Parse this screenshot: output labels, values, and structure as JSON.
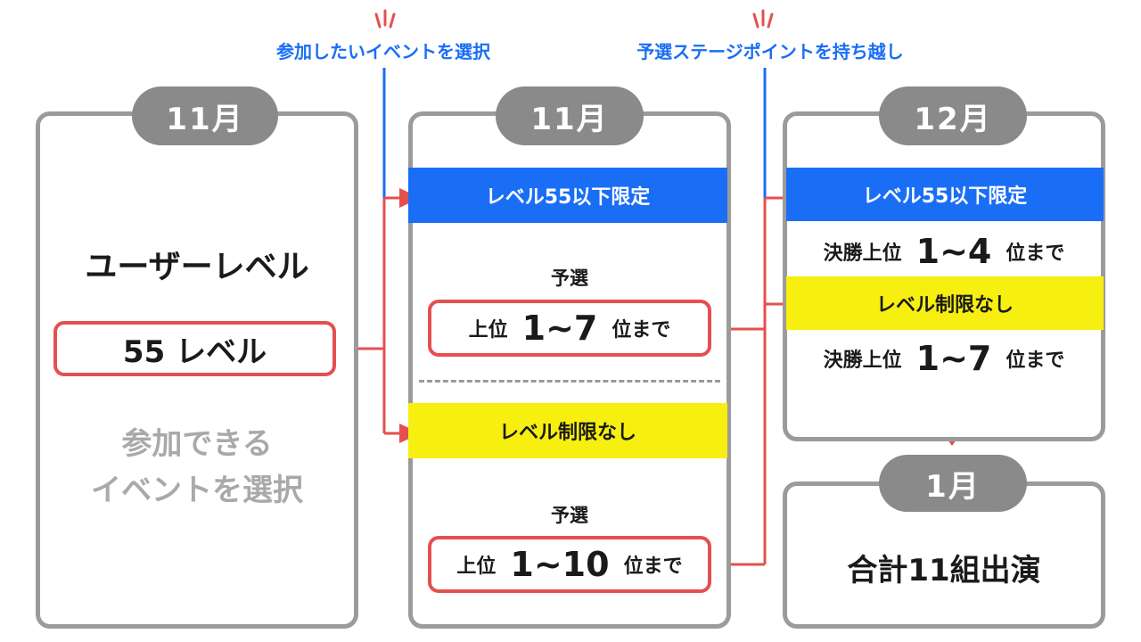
{
  "annotations": {
    "select_event": "参加したいイベントを選択",
    "carry_points": "予選ステージポイントを持ち越し"
  },
  "left_card": {
    "month": "11月",
    "title": "ユーザーレベル",
    "level": "55 レベル",
    "note_line1": "参加できる",
    "note_line2": "イベントを選択"
  },
  "middle_card": {
    "month": "11月",
    "band_limited": "レベル55以下限定",
    "prelim_label_1": "予選",
    "rank_1": {
      "prefix": "上位",
      "value": "1~7",
      "suffix": "位まで"
    },
    "band_unlimited": "レベル制限なし",
    "prelim_label_2": "予選",
    "rank_2": {
      "prefix": "上位",
      "value": "1~10",
      "suffix": "位まで"
    }
  },
  "right_top_card": {
    "month": "12月",
    "band_limited": "レベル55以下限定",
    "final_1": {
      "prefix": "決勝上位",
      "value": "1~4",
      "suffix": "位まで"
    },
    "band_unlimited": "レベル制限なし",
    "final_2": {
      "prefix": "決勝上位",
      "value": "1~7",
      "suffix": "位まで"
    }
  },
  "right_bottom_card": {
    "month": "1月",
    "total": "合計11組出演"
  },
  "colors": {
    "accent_blue": "#1a6ef5",
    "highlight_yellow": "#f7ef0f",
    "connector_red": "#e4504f",
    "frame_gray": "#9b9b9b",
    "badge_gray": "#8a8a8a"
  }
}
